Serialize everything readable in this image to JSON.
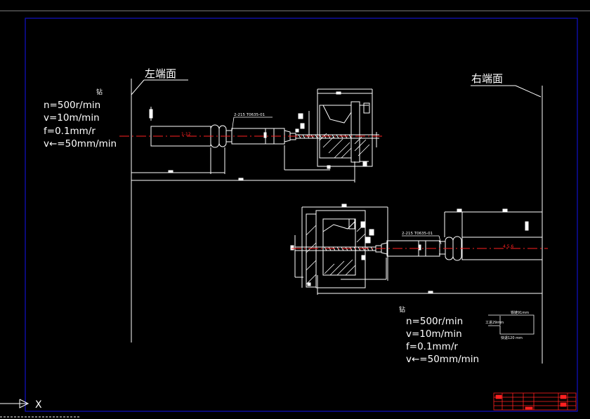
{
  "labels": {
    "left_end_face": "左端面",
    "right_end_face": "右端面",
    "drill_left": "钻",
    "drill_right": "钻",
    "tool_left": "2-215  T0635-01",
    "tool_right": "2-215  T0635-01",
    "red_dim_left": "1-12",
    "red_dim_right": "4.5.6",
    "inset_top": "铁链91mm",
    "inset_left": "工进29mm",
    "inset_bottom": "快退120 mm",
    "coord_x": "X"
  },
  "params_left": [
    "n=500r/min",
    "v=10m/min",
    "f=0.1mm/r",
    "v←=50mm/min"
  ],
  "params_right": [
    "n=500r/min",
    "v=10m/min",
    "f=0.1mm/r",
    "v←=50mm/min"
  ],
  "colors": {
    "background": "#000000",
    "lines": "#ffffff",
    "frame": "#1010c8",
    "centerline": "#ff2020",
    "title_block": "#ff2020"
  }
}
